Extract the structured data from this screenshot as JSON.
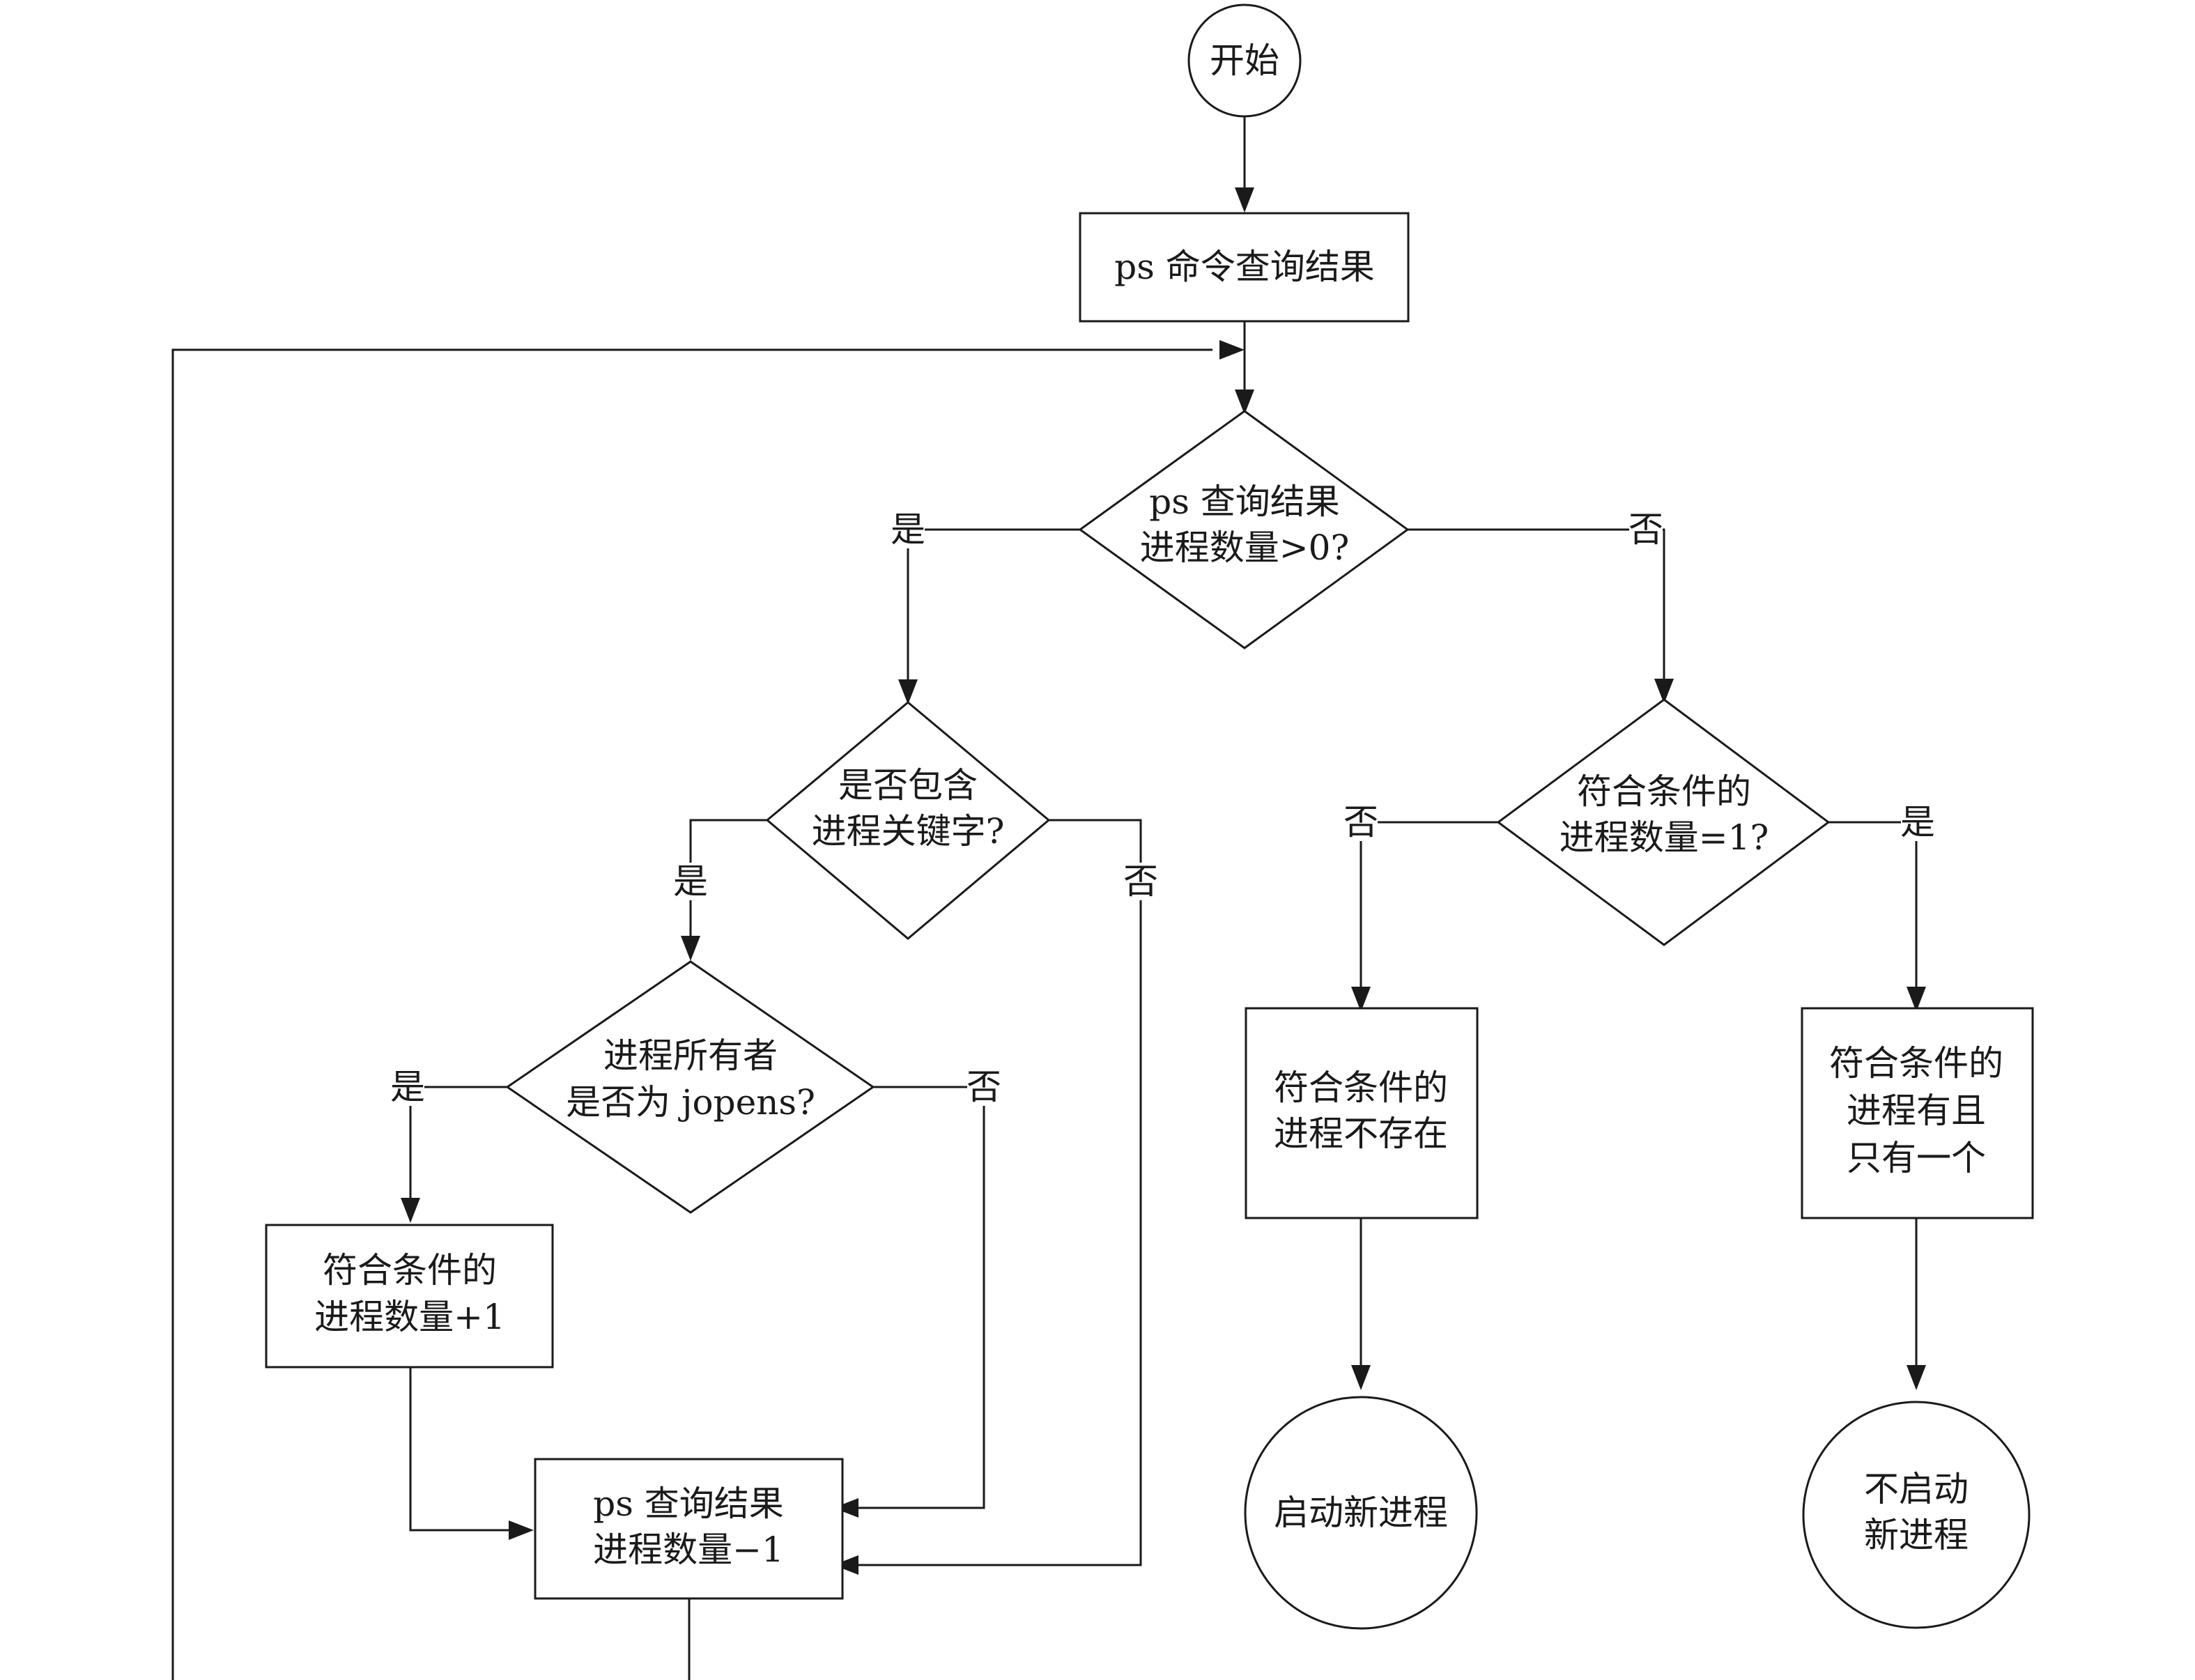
{
  "nodes": {
    "start": "开始",
    "ps_result": "ps 命令查询结果",
    "decision_count": [
      "ps 查询结果",
      "进程数量>0?"
    ],
    "decision_keyword": [
      "是否包含",
      "进程关键字?"
    ],
    "decision_owner": [
      "进程所有者",
      "是否为 jopens?"
    ],
    "increment": [
      "符合条件的",
      "进程数量+1"
    ],
    "decrement": [
      "ps 查询结果",
      "进程数量−1"
    ],
    "decision_match_one": [
      "符合条件的",
      "进程数量=1?"
    ],
    "not_exist": [
      "符合条件的",
      "进程不存在"
    ],
    "exactly_one": [
      "符合条件的",
      "进程有且",
      "只有一个"
    ],
    "start_new": "启动新进程",
    "no_start_new": [
      "不启动",
      "新进程"
    ]
  },
  "edge_labels": {
    "count_yes": "是",
    "count_no": "否",
    "keyword_yes": "是",
    "keyword_no": "否",
    "owner_yes": "是",
    "owner_no": "否",
    "match_no": "否",
    "match_yes": "是"
  }
}
